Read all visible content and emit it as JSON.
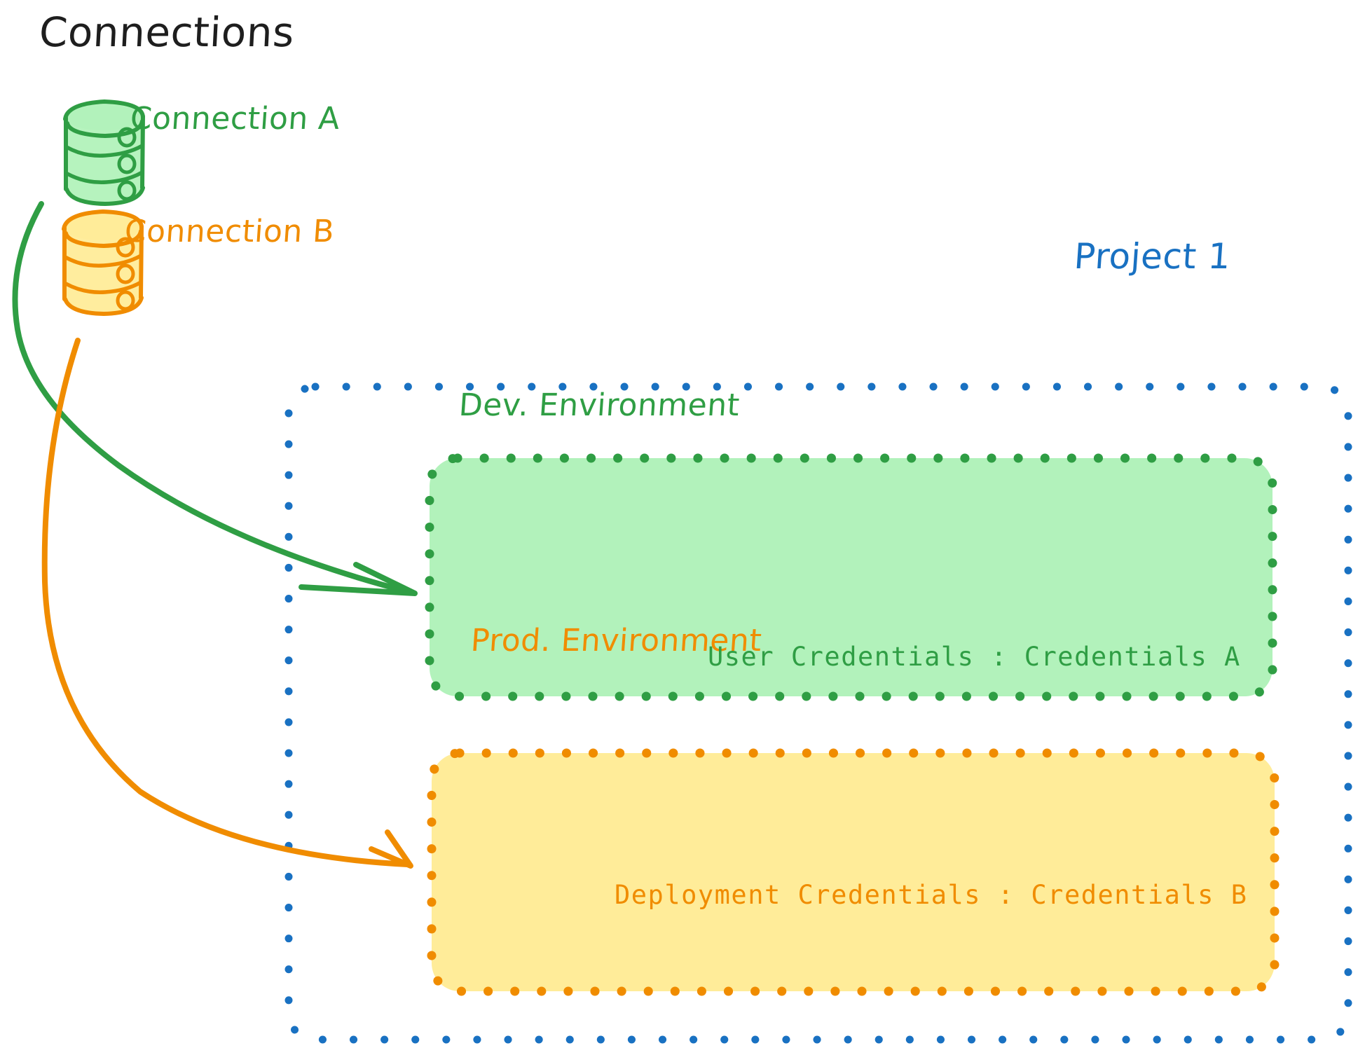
{
  "diagram": {
    "title": "Connections",
    "background": "#ffffff",
    "colors": {
      "ink": "#1e1e1e",
      "green_stroke": "#2f9e44",
      "green_fill": "#b2f2bb",
      "orange_stroke": "#f08c00",
      "orange_fill": "#ffec99",
      "blue_stroke": "#1971c2"
    }
  },
  "connections": {
    "heading": "Connections",
    "items": [
      {
        "label": "Connection A",
        "icon": "database-icon",
        "color": "#2f9e44",
        "target": "Dev. Environment"
      },
      {
        "label": "Connection B",
        "icon": "database-icon",
        "color": "#f08c00",
        "target": "Prod. Environment"
      }
    ]
  },
  "project": {
    "label": "Project 1",
    "color": "#1971c2",
    "environments": [
      {
        "name": "Dev. Environment",
        "color": "#2f9e44",
        "fill": "#b2f2bb",
        "credentials_label": "User Credentials",
        "credentials_value": "Credentials A",
        "credentials_line": "User Credentials : Credentials A"
      },
      {
        "name": "Prod. Environment",
        "color": "#f08c00",
        "fill": "#ffec99",
        "credentials_label": "Deployment Credentials",
        "credentials_value": "Credentials B",
        "credentials_line": "Deployment Credentials : Credentials B"
      }
    ]
  },
  "arrows": [
    {
      "name": "arrow-connection-a-to-dev",
      "color": "#2f9e44"
    },
    {
      "name": "arrow-connection-b-to-prod",
      "color": "#f08c00"
    }
  ]
}
